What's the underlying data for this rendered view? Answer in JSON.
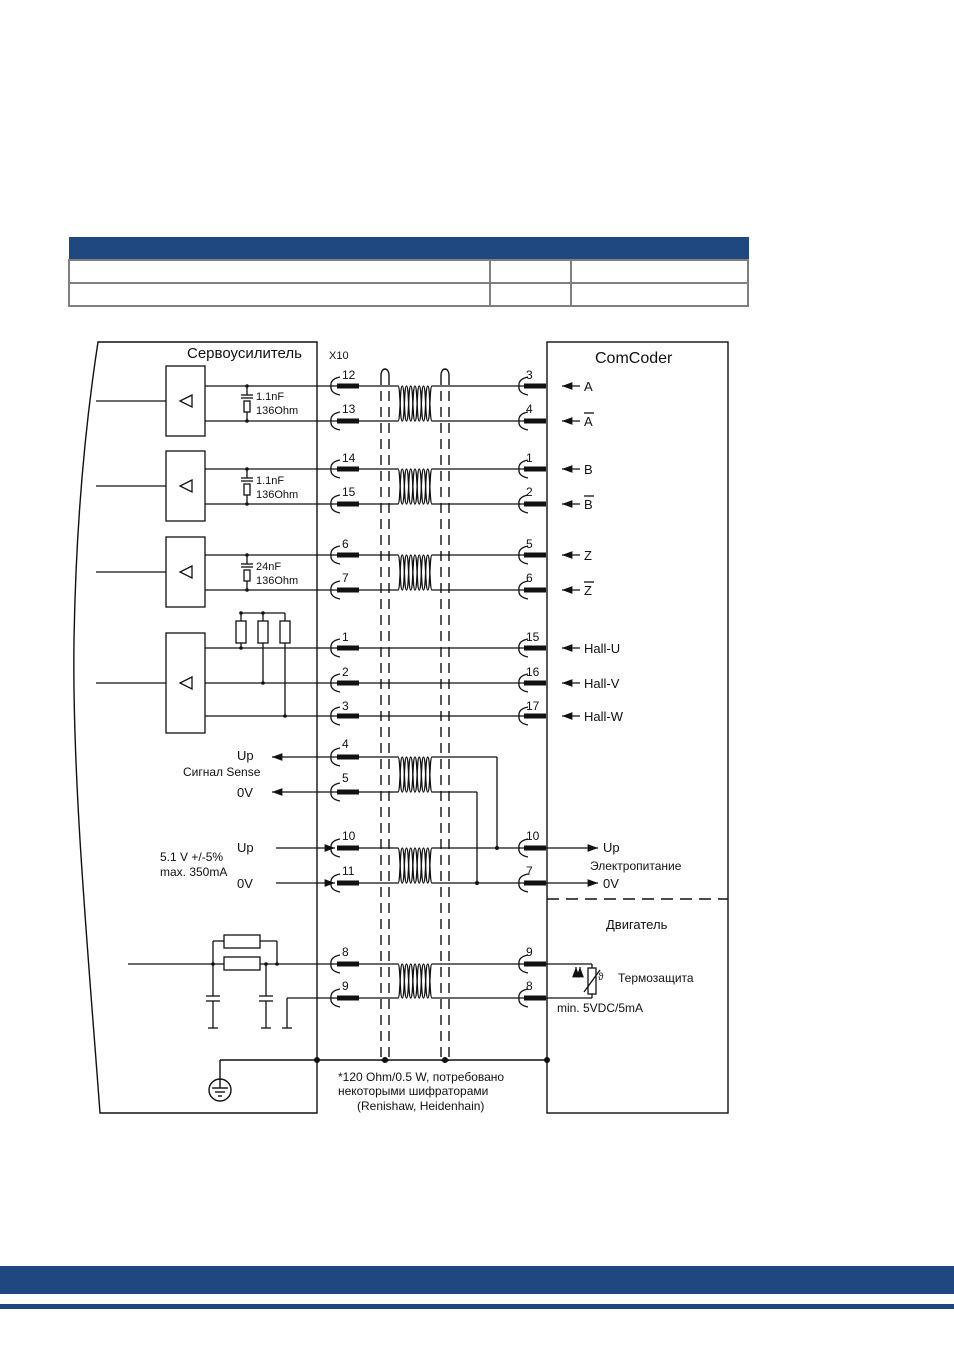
{
  "colors": {
    "accent": "#1f4780",
    "line": "#111111",
    "table_border": "#7f7f7f"
  },
  "table": {
    "rows": [
      [
        "",
        "",
        ""
      ],
      [
        "",
        "",
        ""
      ],
      [
        "",
        "",
        ""
      ]
    ]
  },
  "diagram": {
    "amplifier_title": "Сервоусилитель",
    "connector": "X10",
    "encoder_title": "ComCoder",
    "motor_title": "Двигатель",
    "rc_top": "1.1nF",
    "rc_bottom": "136Ohm",
    "rc_z_top": "24nF",
    "rc_z_bottom": "136Ohm",
    "pins_left": [
      "12",
      "13",
      "14",
      "15",
      "6",
      "7",
      "1",
      "2",
      "3",
      "4",
      "5",
      "10",
      "11",
      "8",
      "9"
    ],
    "pins_right": [
      "3",
      "4",
      "1",
      "2",
      "5",
      "6",
      "15",
      "16",
      "17",
      "10",
      "7",
      "9",
      "8"
    ],
    "signals": [
      "A",
      "A",
      "B",
      "B",
      "Z",
      "Z",
      "Hall-U",
      "Hall-V",
      "Hall-W"
    ],
    "sense_up": "Up",
    "sense_label": "Сигнал Sense",
    "sense_0v": "0V",
    "supply_up": "Up",
    "supply_voltage": "5.1 V +/-5%",
    "supply_current": "max. 350mA",
    "supply_0v": "0V",
    "encoder_up": "Up",
    "encoder_power": "Электропитание",
    "encoder_0v": "0V",
    "thermal": "Термозащита",
    "thermal_spec": "min. 5VDC/5mA",
    "theta": "ϑ",
    "note_1": "*120 Ohm/0.5 W, потребовано",
    "note_2": "некоторыми шифраторами",
    "note_3": "(Renishaw, Heidenhain)"
  }
}
